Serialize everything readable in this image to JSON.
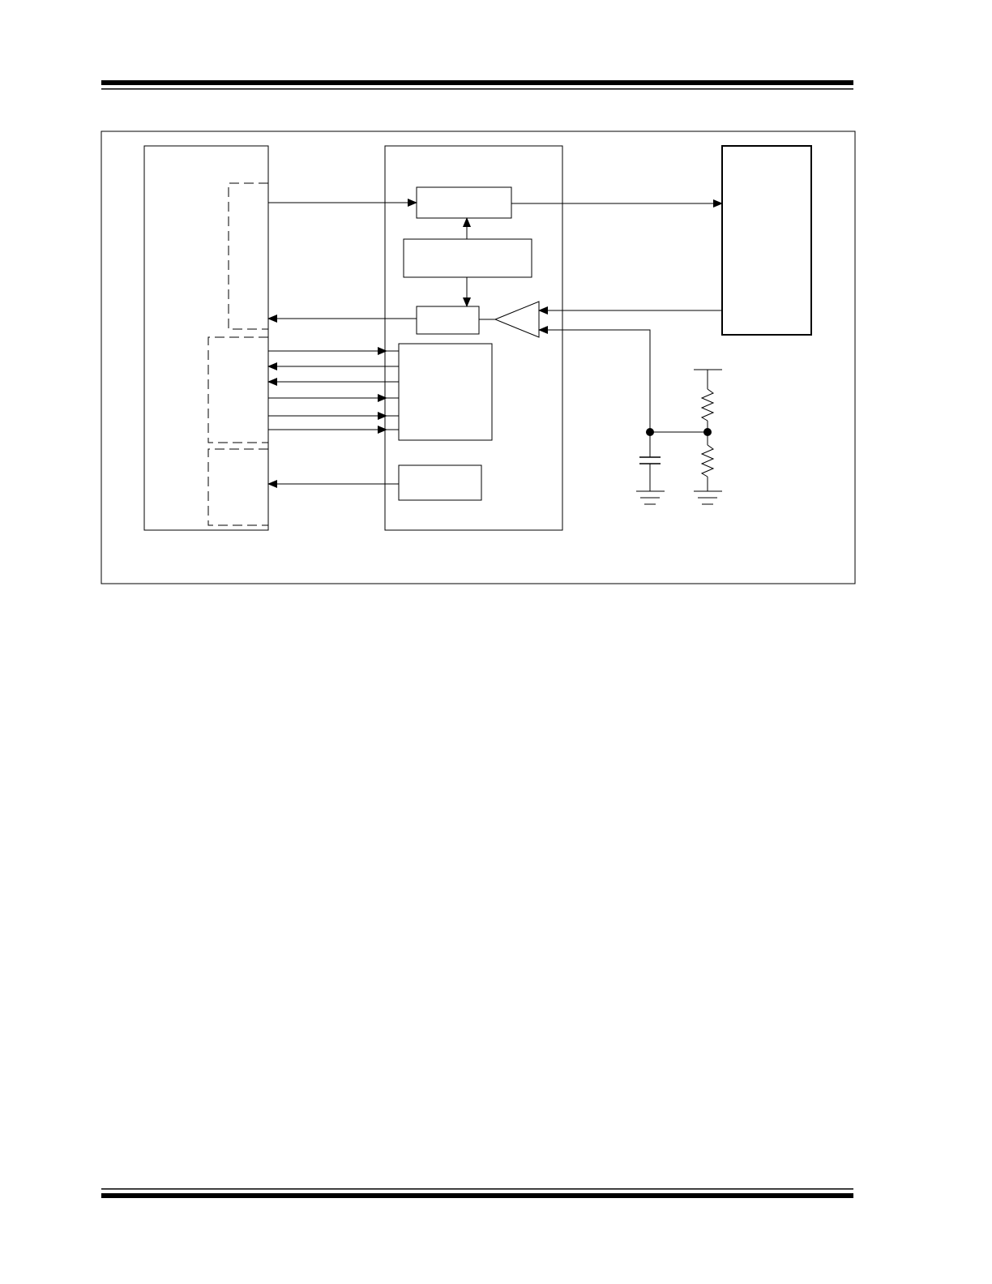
{
  "figure": {
    "type": "block-diagram",
    "blocks": [
      {
        "id": "left-device",
        "label": ""
      },
      {
        "id": "center-device",
        "label": ""
      },
      {
        "id": "right-device",
        "label": ""
      }
    ],
    "text_labels": []
  },
  "colors": {
    "ink": "#000000",
    "background": "#ffffff"
  }
}
